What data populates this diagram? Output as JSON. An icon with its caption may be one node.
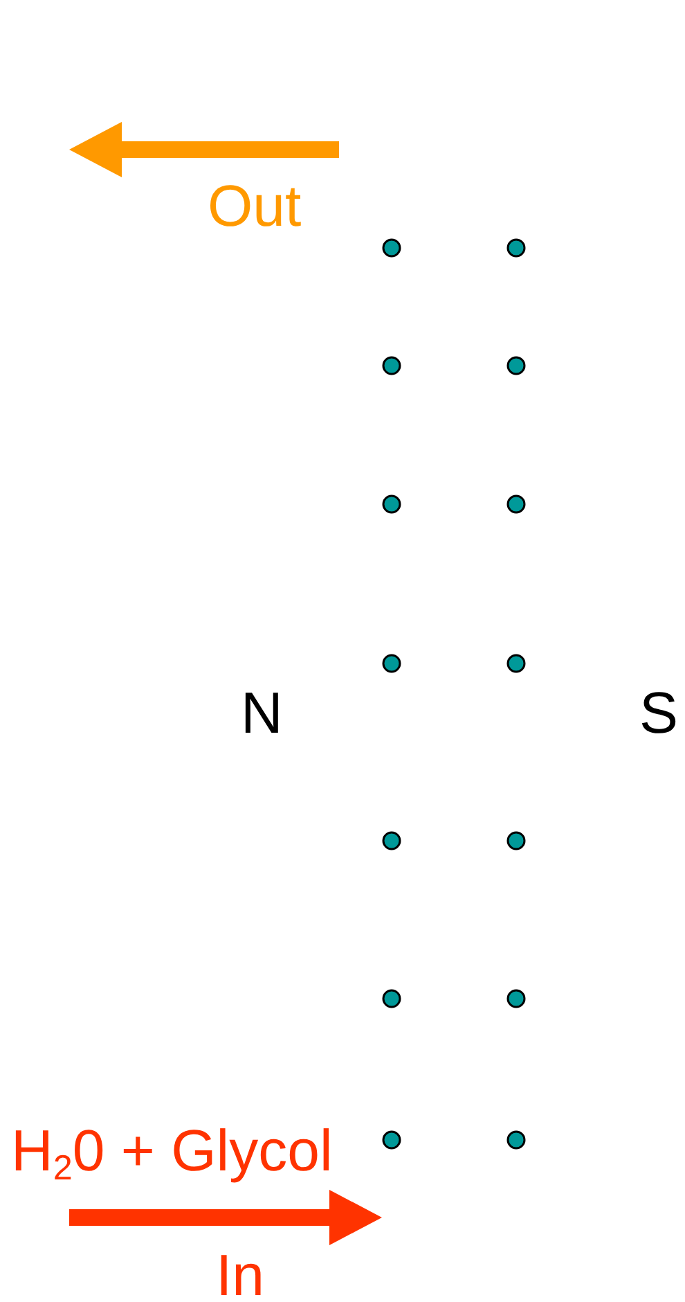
{
  "diagram": {
    "labels": [
      "Out",
      "N",
      "S",
      "H$_{2}$0 + Glycol",
      "In"
    ]
  }
}
